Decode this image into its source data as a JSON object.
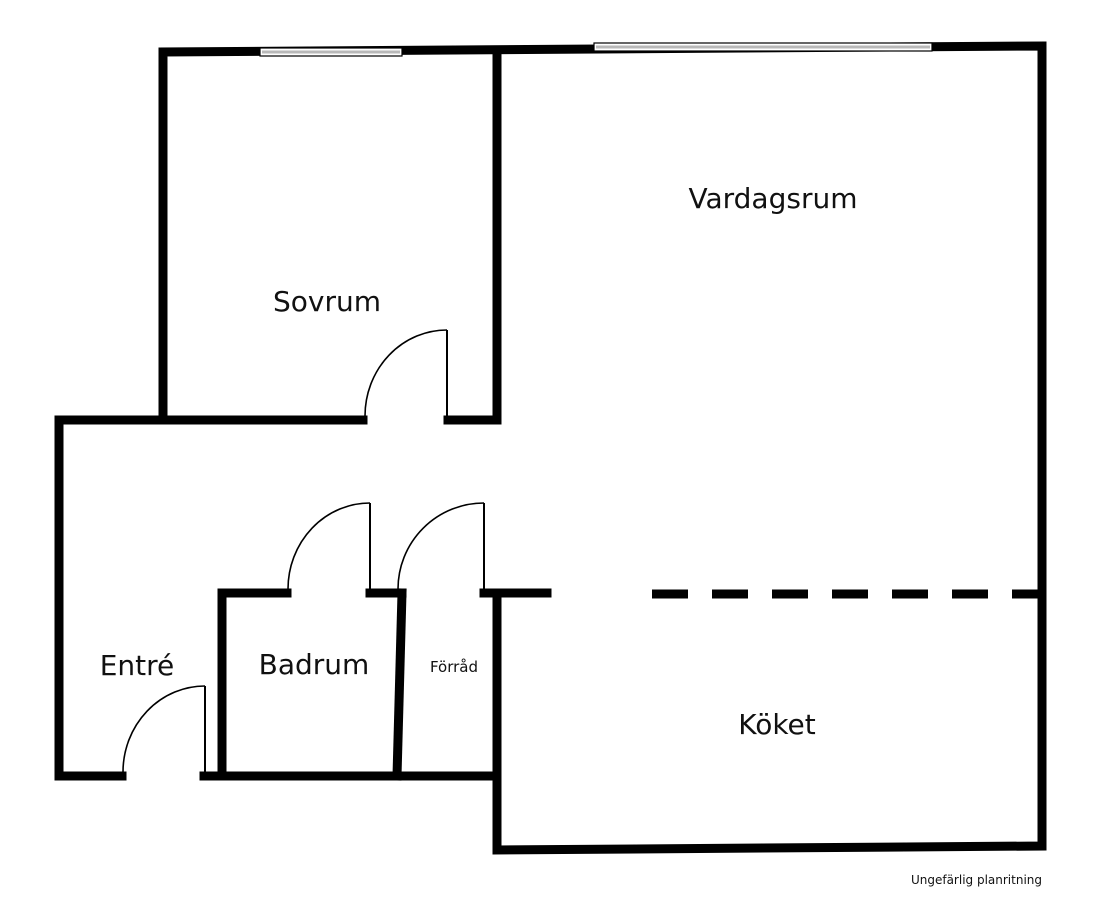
{
  "rooms": {
    "living": "Vardagsrum",
    "bedroom": "Sovrum",
    "entrance": "Entré",
    "bathroom": "Badrum",
    "storage": "Förråd",
    "kitchen": "Köket"
  },
  "note": "Ungefärlig planritning",
  "colors": {
    "wall": "#000000",
    "window_glass": "#b9b9b9",
    "background": "#ffffff"
  }
}
